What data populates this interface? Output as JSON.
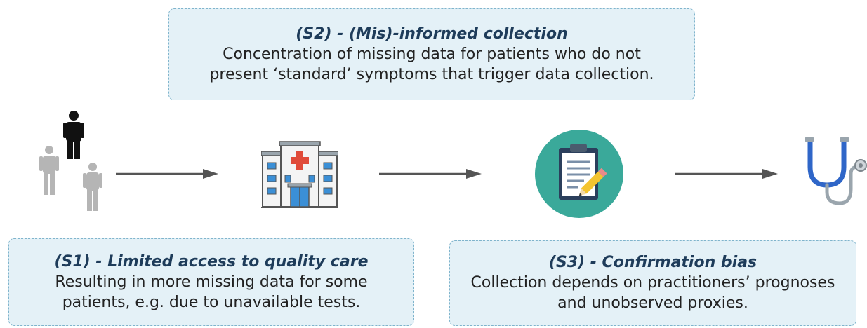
{
  "s2": {
    "title": "(S2) - (Mis)-informed collection",
    "line1": "Concentration of missing data for patients who do not",
    "line2": "present ‘standard’ symptoms that trigger data collection."
  },
  "s1": {
    "title": "(S1) - Limited access to quality care",
    "line1": "Resulting in more missing data for some",
    "line2": "patients, e.g. due to unavailable tests."
  },
  "s3": {
    "title": "(S3) - Confirmation bias",
    "line1": "Collection depends on practitioners’ prognoses",
    "line2": "and unobserved proxies."
  },
  "icons": [
    "people-icon",
    "hospital-icon",
    "clipboard-icon",
    "stethoscope-icon"
  ],
  "colors": {
    "box_fill": "#e4f1f7",
    "box_border": "#7fb4cc",
    "title_text": "#1e3c5a",
    "arrow": "#555555",
    "clipboard_circle": "#3aa99a",
    "stethoscope": "#2f66c8"
  }
}
